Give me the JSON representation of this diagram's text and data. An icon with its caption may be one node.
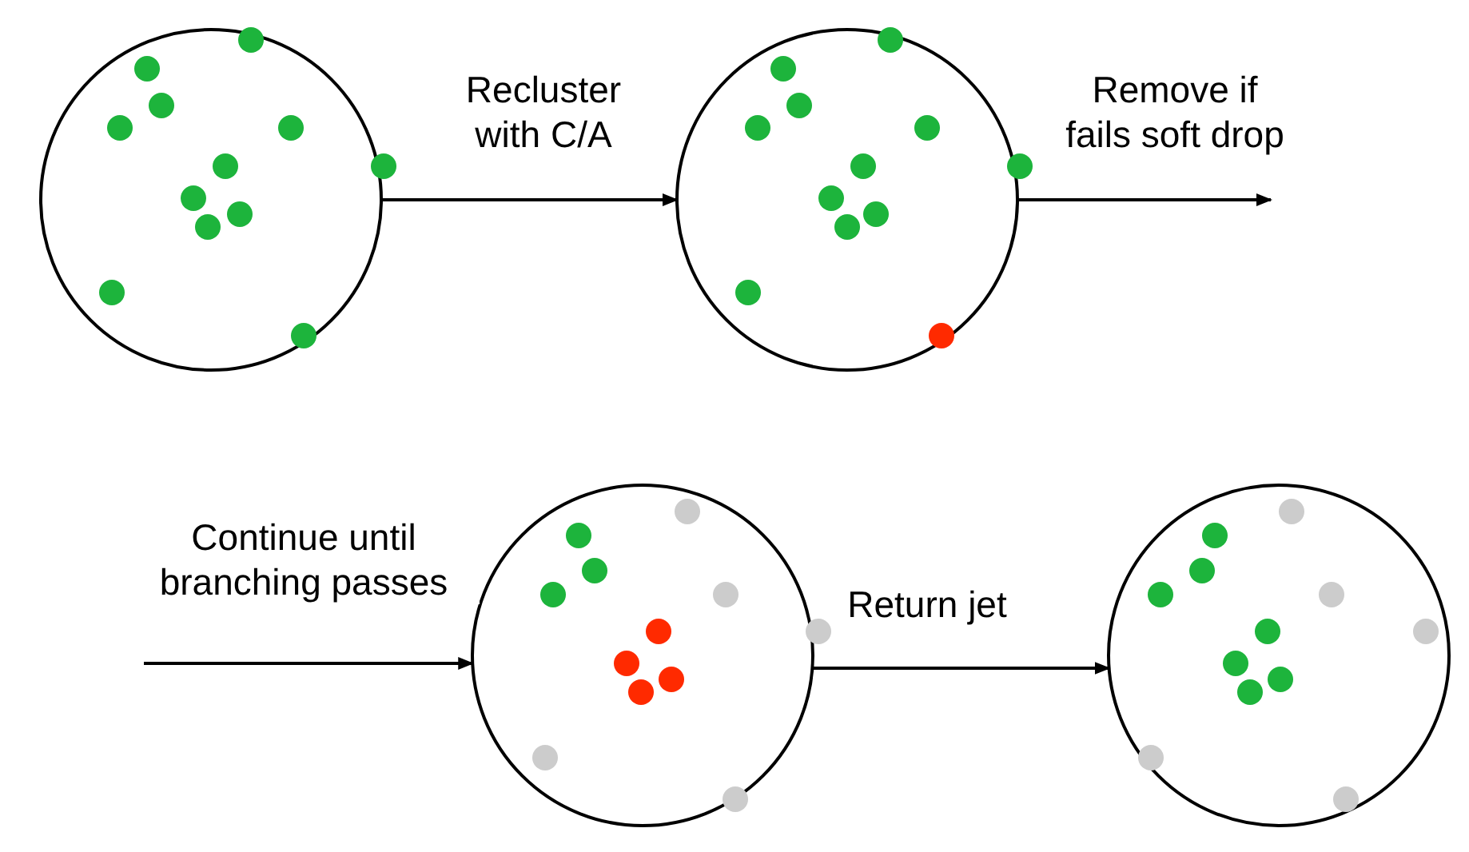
{
  "diagram": {
    "nodes": [
      {
        "text": [],
        "shape": "circle"
      },
      {
        "text": [],
        "shape": "circle"
      },
      {
        "text": [],
        "shape": "circle"
      },
      {
        "text": [],
        "shape": "circle"
      }
    ],
    "edges": [
      {
        "from": 0,
        "to": 1,
        "arrow": "to",
        "label": "Recluster with C/A"
      },
      {
        "from": 1,
        "to": null,
        "arrow": "to",
        "label": "Remove if fails soft drop"
      },
      {
        "from": null,
        "to": 2,
        "arrow": "to",
        "label": "Continue until branching passes"
      },
      {
        "from": 2,
        "to": 3,
        "arrow": "to",
        "label": "Return jet"
      }
    ]
  }
}
